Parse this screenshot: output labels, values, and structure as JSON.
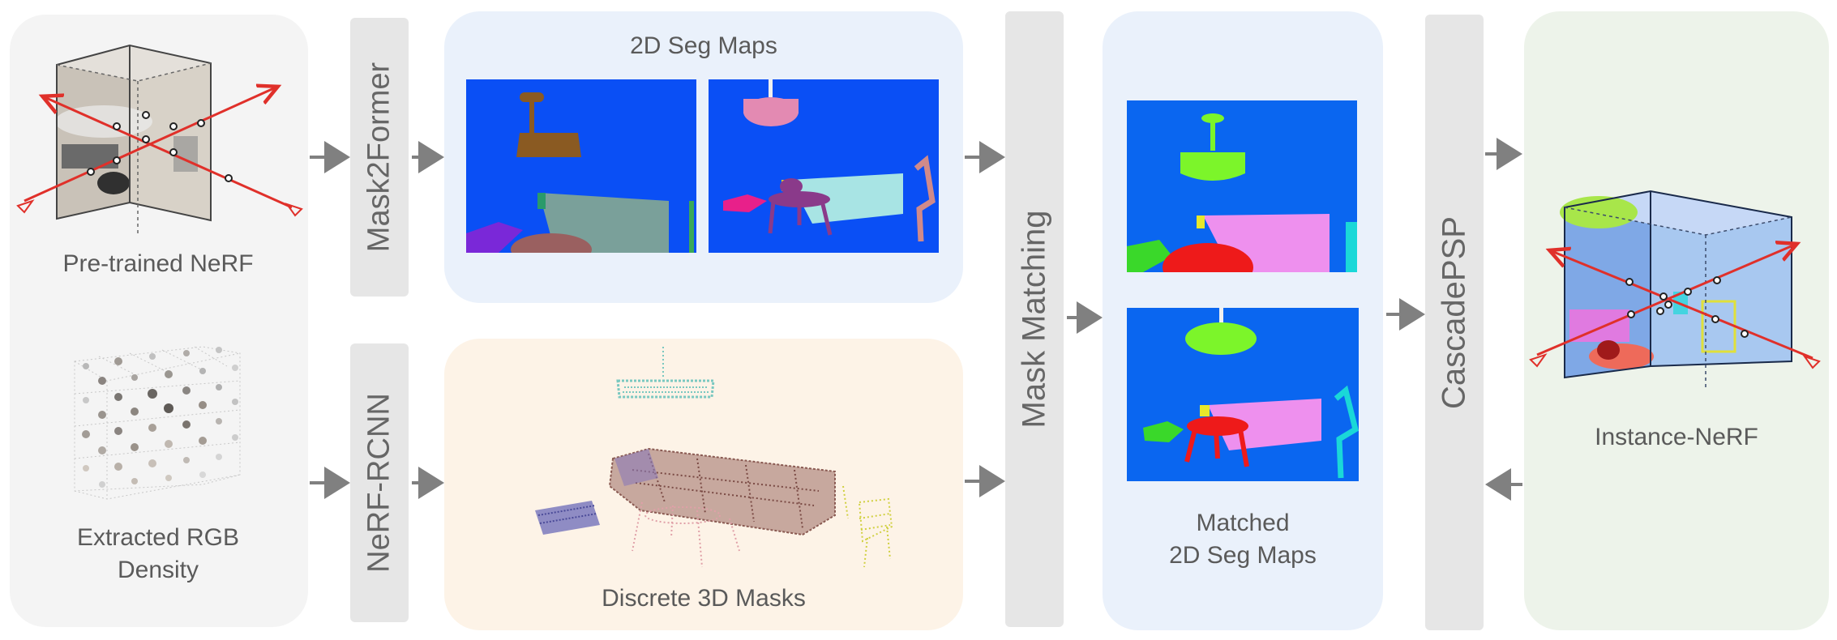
{
  "labels": {
    "pretrained_nerf": "Pre-trained NeRF",
    "extracted_rgb_density": "Extracted RGB\nDensity",
    "mask2former": "Mask2Former",
    "nerf_rcnn": "NeRF-RCNN",
    "seg_maps_2d": "2D Seg Maps",
    "discrete_3d_masks": "Discrete 3D Masks",
    "mask_matching": "Mask Matching",
    "matched_seg_maps": "Matched\n2D Seg Maps",
    "cascadepsp": "CascadePSP",
    "instance_nerf": "Instance-NeRF"
  },
  "colors": {
    "panel_gray": "#f4f4f4",
    "panel_blue": "#eaf1fb",
    "panel_orange": "#fdf3e7",
    "panel_green": "#edf3ea",
    "bar_gray": "#e6e6e6",
    "arrow_gray": "#808080",
    "ray_red": "#e0302a",
    "seg_blue_a": "#0a4ff5",
    "seg_blue_b": "#0a66f0"
  }
}
